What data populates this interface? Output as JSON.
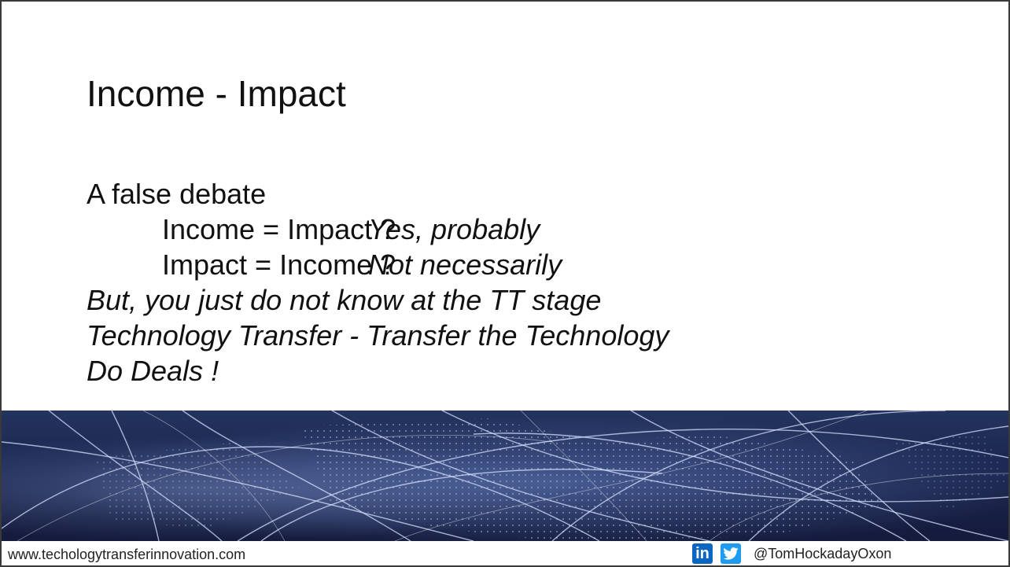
{
  "slide": {
    "title": "Income - Impact",
    "lines": {
      "l1": "A false debate",
      "l2_q": "Income = Impact ?",
      "l2_a": "Yes, probably",
      "l3_q": "Impact = Income ?",
      "l3_a": "Not necessarily",
      "l4": "But, you just do not know at the TT stage",
      "l5": "Technology Transfer - Transfer the Technology",
      "l6": "Do Deals !"
    }
  },
  "footer": {
    "url": "www.techologytransferinnovation.com",
    "linkedin_icon_text": "in",
    "handle": "@TomHockadayOxon",
    "icons": [
      "linkedin-icon",
      "twitter-icon"
    ]
  },
  "colors": {
    "banner_dark": "#141b3c",
    "banner_mid": "#1b2650",
    "linkedin": "#0a66c2",
    "twitter": "#1d9bf0"
  }
}
